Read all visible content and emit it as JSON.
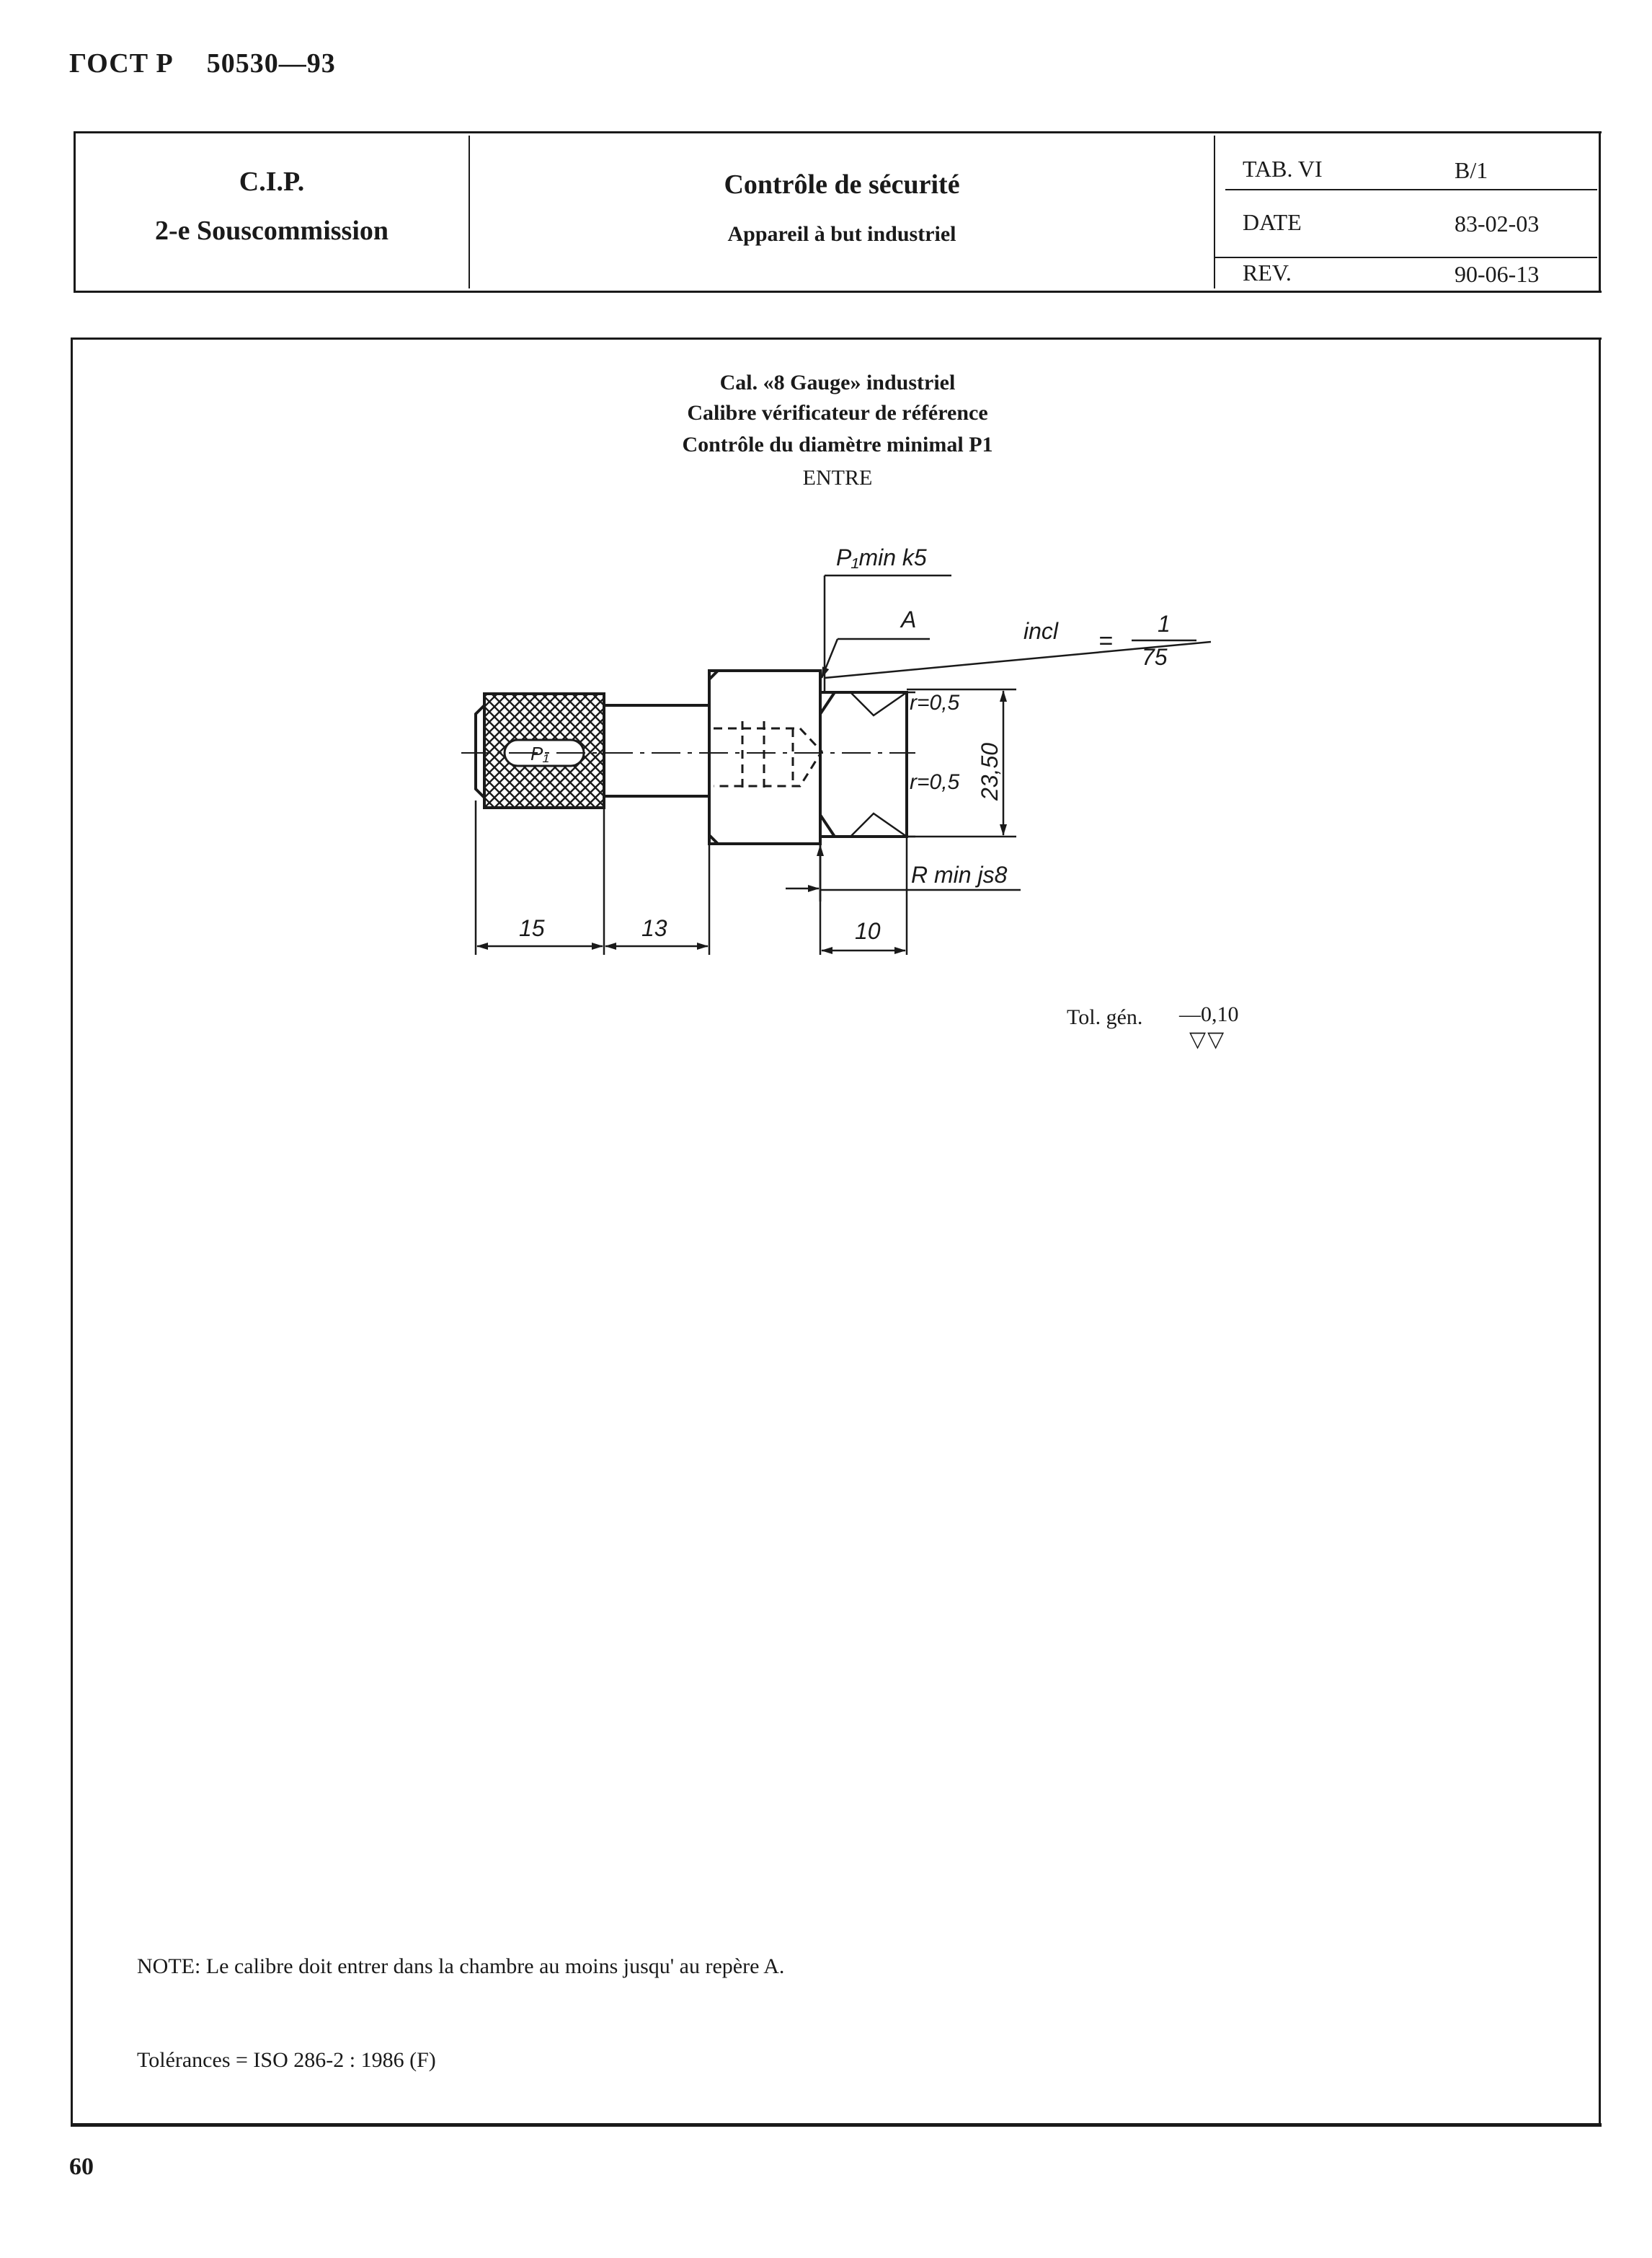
{
  "header": {
    "standard_code": "ГОСТ Р",
    "standard_number": "50530—93"
  },
  "title_block": {
    "organization": "C.I.P.",
    "subcommission": "2-e Souscommission",
    "subject": "Contrôle de sécurité",
    "subject_sub": "Appareil à but industriel",
    "tab_label": "TAB. VI",
    "tab_value": "B/1",
    "date_label": "DATE",
    "date_value": "83-02-03",
    "rev_label": "REV.",
    "rev_value": "90-06-13"
  },
  "drawing": {
    "title_line1": "Cal. «8 Gauge» industriel",
    "title_line2": "Calibre vérificateur de référence",
    "title_line3": "Contrôle du diamètre minimal P1",
    "title_line4": "ENTRE",
    "labels": {
      "p1_min_k5": "P₁min k5",
      "point_a": "A",
      "incl": "incl",
      "equals": "=",
      "ratio_num": "1",
      "ratio_den": "75",
      "radius_top": "r=0,5",
      "radius_bottom": "r=0,5",
      "diameter": "23,50",
      "r_min_js8": "R min js8",
      "marking": "P₁",
      "dim_15": "15",
      "dim_13": "13",
      "dim_10": "10"
    },
    "general_tolerance_label": "Tol. gén.",
    "general_tolerance_value": "—0,10",
    "surface_finish_symbol": "▽▽"
  },
  "notes": {
    "note": "NOTE: Le calibre doit entrer dans la chambre au moins jusqu' au repère A.",
    "tolerances": "Tolérances = ISO 286-2 : 1986 (F)"
  },
  "footer": {
    "page_number": "60"
  }
}
